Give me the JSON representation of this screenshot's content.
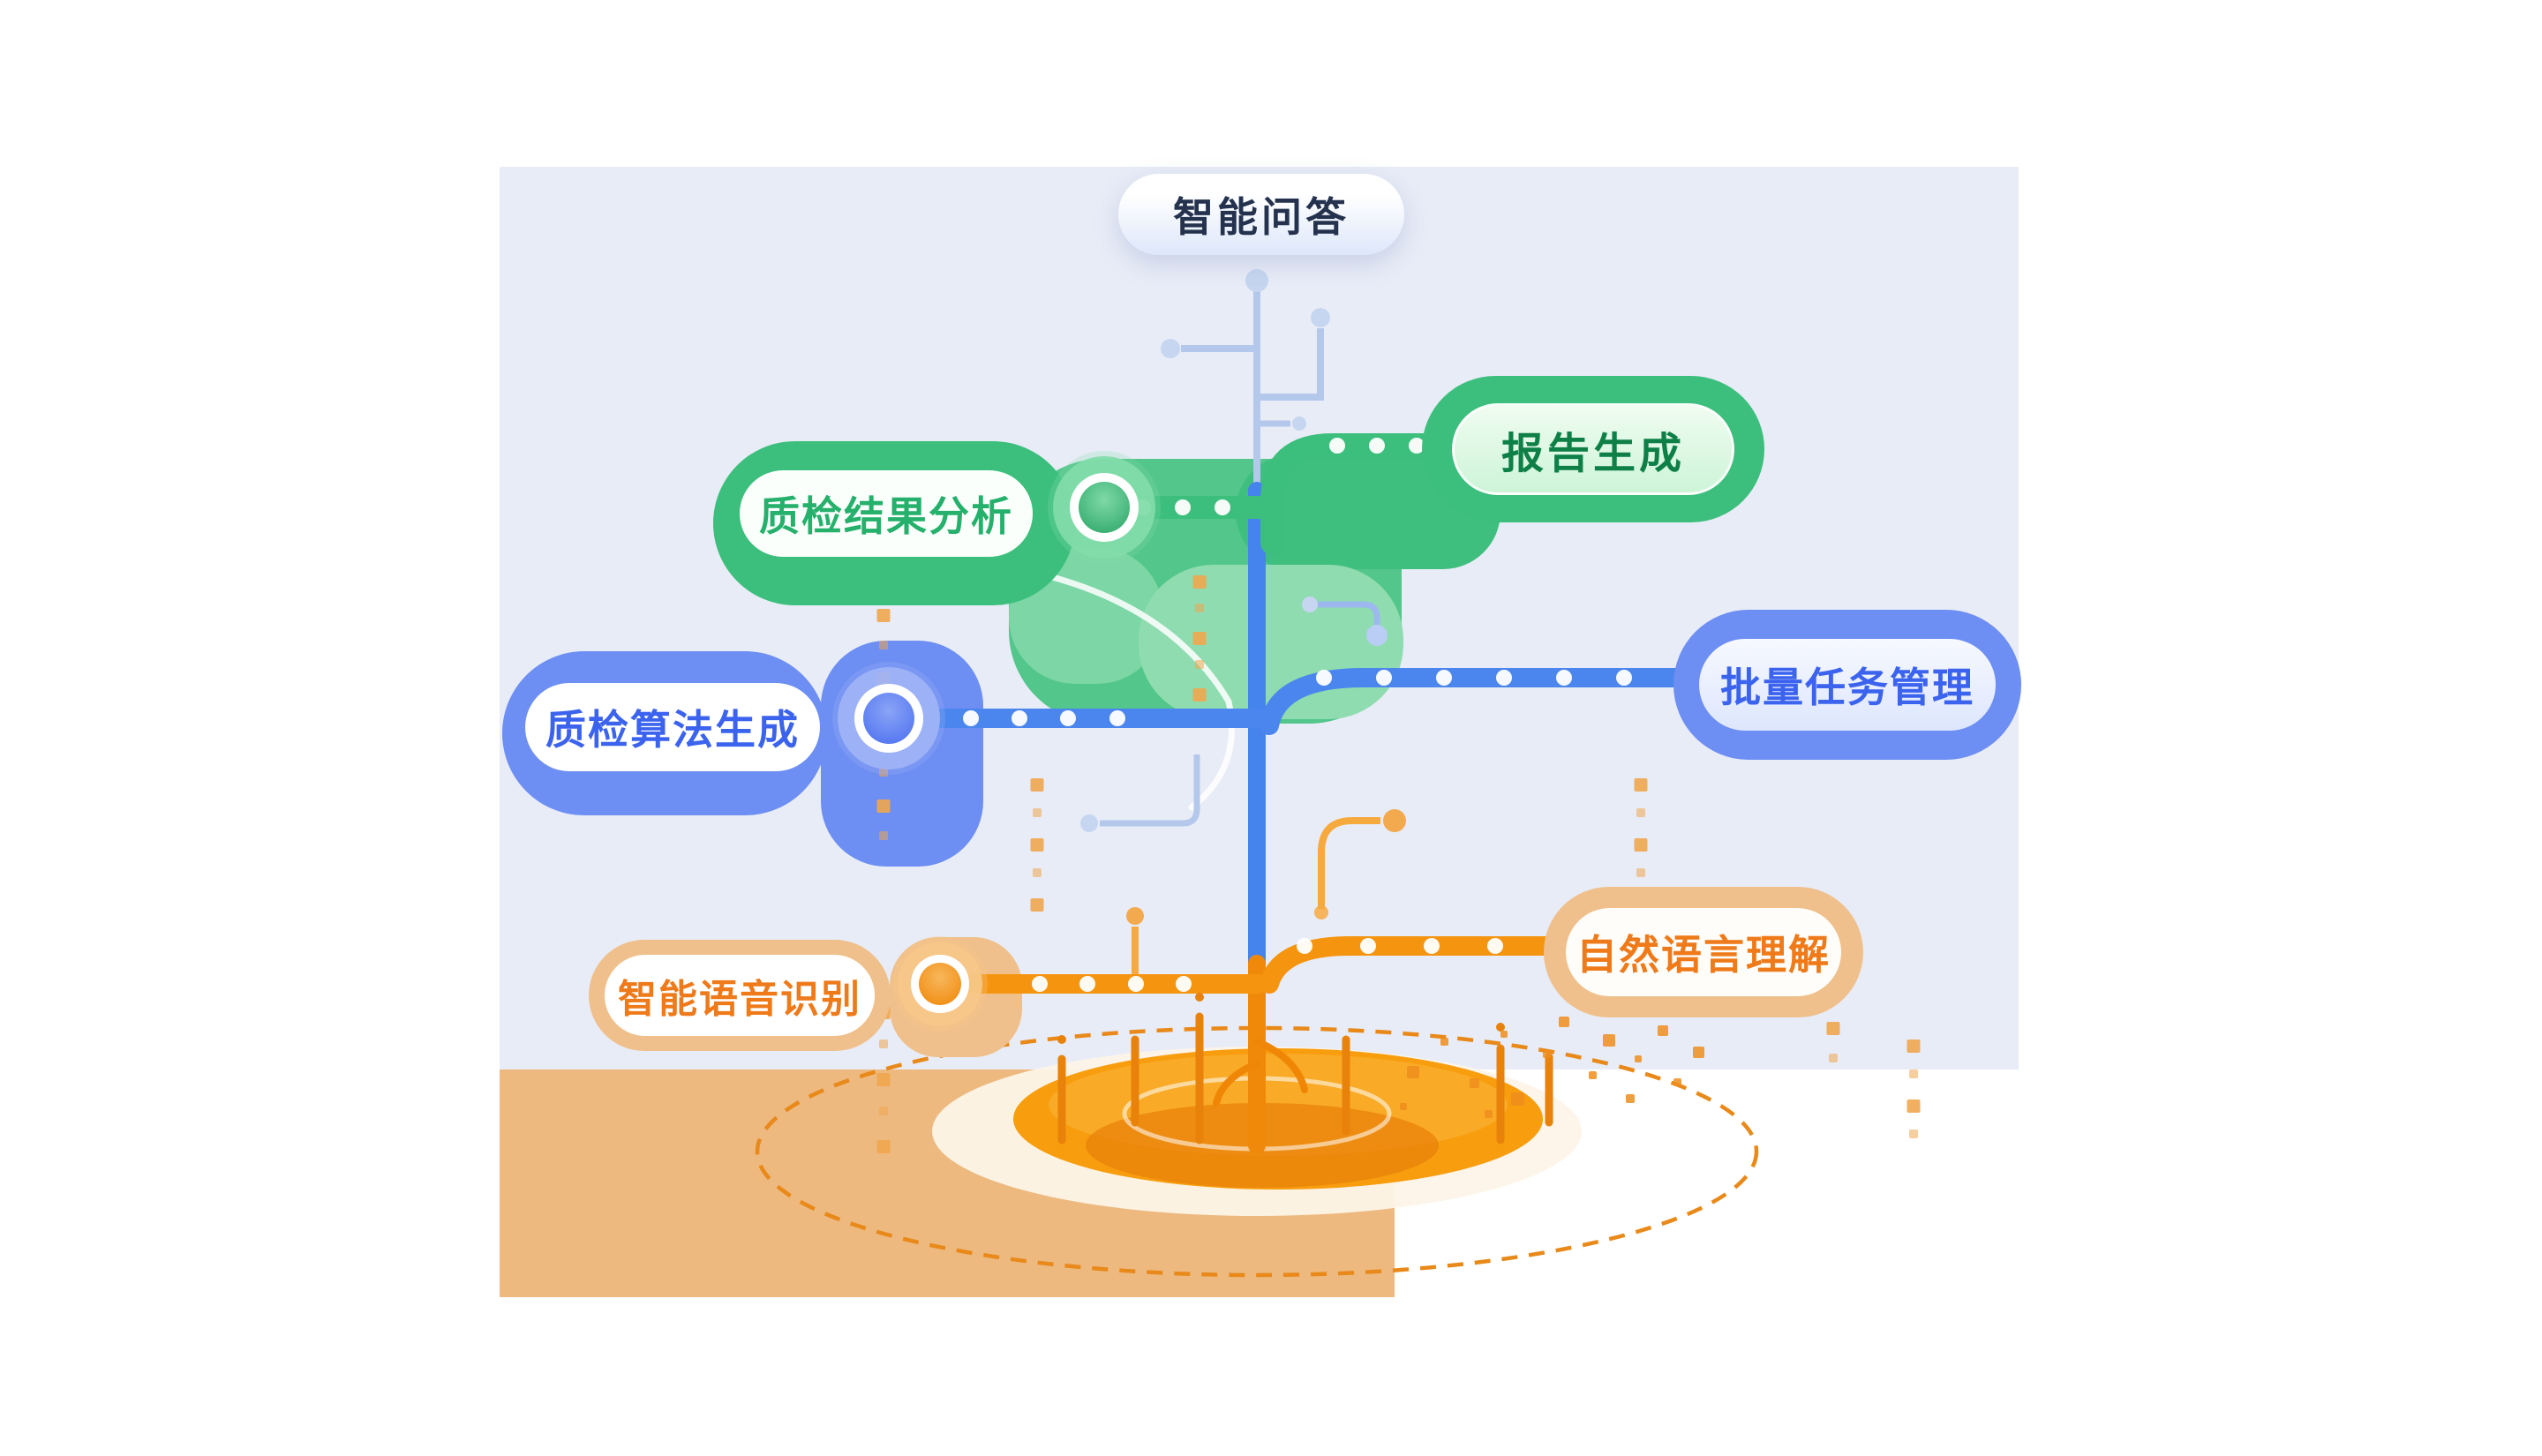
{
  "diagram": {
    "name": "ai-capability-tree",
    "nodes": {
      "qa": {
        "label": "智能问答",
        "theme": "lightblue"
      },
      "report": {
        "label": "报告生成",
        "theme": "green"
      },
      "inspect_analysis": {
        "label": "质检结果分析",
        "theme": "green"
      },
      "batch_task": {
        "label": "批量任务管理",
        "theme": "blue"
      },
      "algo_gen": {
        "label": "质检算法生成",
        "theme": "blue"
      },
      "nlu": {
        "label": "自然语言理解",
        "theme": "orange"
      },
      "asr": {
        "label": "智能语音识别",
        "theme": "orange"
      }
    },
    "colors": {
      "panel_bg": "#e8ecf7",
      "ground_bg": "#edb97f",
      "green": "#3cbf7c",
      "green_text_dark": "#0e8047",
      "green_text": "#25b06b",
      "green_inner": "#cdf4d8",
      "blue": "#6d8ef2",
      "blue_text": "#3b63ee",
      "blue_branch": "#4a86ee",
      "orange_branch": "#f5940f",
      "orange_text": "#ee7a1a",
      "tan": "#efc08b",
      "trunk_blue": "#4584ec",
      "trunk_root_orange": "#f0890a",
      "dashed_ring": "#e8891a",
      "qa_text": "#24324e"
    }
  }
}
